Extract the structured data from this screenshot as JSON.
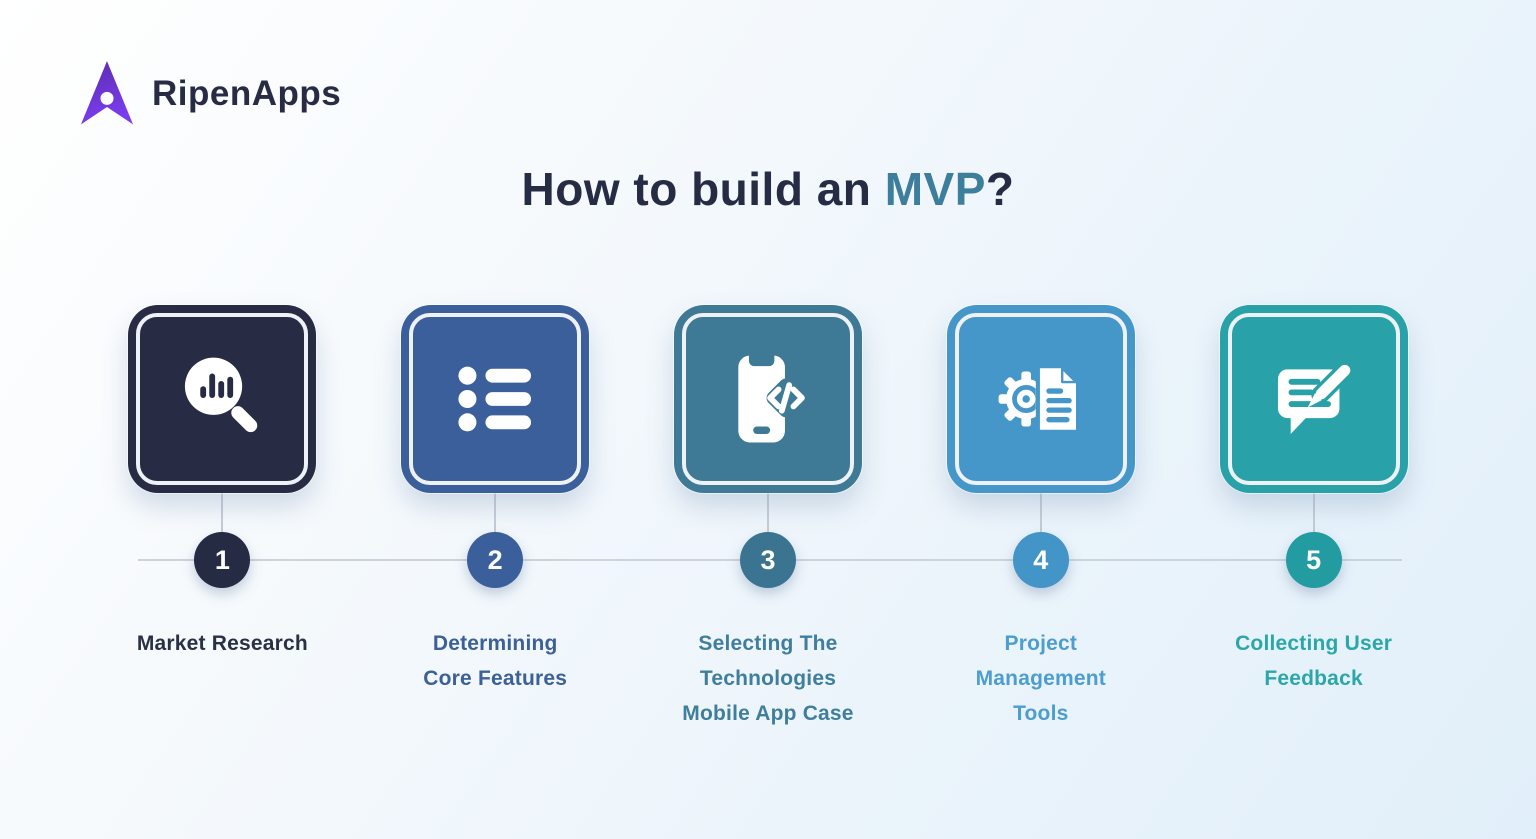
{
  "background": {
    "gradient_from": "#ffffff",
    "gradient_to": "#e1effa"
  },
  "brand": {
    "name": "RipenApps",
    "logo_icon": "ripenapps-arrow-logo",
    "logo_purple_top": "#5d2db0",
    "logo_purple_bottom": "#7a3ced",
    "text_color": "#272c44"
  },
  "title": {
    "prefix": "How to build an ",
    "highlight": "MVP",
    "suffix": "?",
    "color": "#252c43",
    "highlight_color": "#3e7e9d"
  },
  "timeline": {
    "line_color": "#ccd3dc",
    "connector_color": "#c5ccd6"
  },
  "steps": [
    {
      "number": "1",
      "label": "Market Research",
      "icon": "magnifier-bar-chart-icon",
      "card_color": "#272c44",
      "circle_color": "#252b42",
      "label_color": "#2b3144"
    },
    {
      "number": "2",
      "label": "Determining\nCore Features",
      "icon": "bulleted-list-icon",
      "card_color": "#3b5f9a",
      "circle_color": "#3b5f9a",
      "label_color": "#3c6098"
    },
    {
      "number": "3",
      "label": "Selecting The\nTechnologies\nMobile App Case",
      "icon": "mobile-app-code-icon",
      "card_color": "#3e7a96",
      "circle_color": "#3a7490",
      "label_color": "#3f7e9c"
    },
    {
      "number": "4",
      "label": "Project\nManagement\nTools",
      "icon": "gear-document-icon",
      "card_color": "#4697c9",
      "circle_color": "#4295c6",
      "label_color": "#4c9dd0"
    },
    {
      "number": "5",
      "label": "Collecting User\nFeedback",
      "icon": "chat-message-pencil-icon",
      "card_color": "#28a2a8",
      "circle_color": "#229ba1",
      "label_color": "#2ba7a9"
    }
  ]
}
